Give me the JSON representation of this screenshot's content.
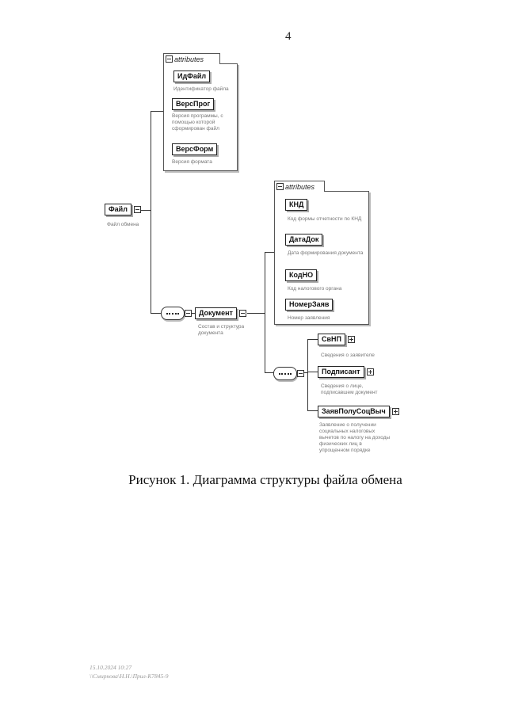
{
  "page_number": "4",
  "diagram": {
    "root": {
      "name": "Файл",
      "desc": "Файл обмена"
    },
    "root_attributes": {
      "label": "attributes",
      "items": [
        {
          "name": "ИдФайл",
          "desc": "Идентификатор файла"
        },
        {
          "name": "ВерсПрог",
          "desc": "Версия программы, с помощью которой сформирован файл"
        },
        {
          "name": "ВерсФорм",
          "desc": "Версия формата"
        }
      ]
    },
    "document": {
      "name": "Документ",
      "desc": "Состав и структура документа"
    },
    "document_attributes": {
      "label": "attributes",
      "items": [
        {
          "name": "КНД",
          "desc": "Код формы отчетности по КНД"
        },
        {
          "name": "ДатаДок",
          "desc": "Дата формирования документа"
        },
        {
          "name": "КодНО",
          "desc": "Код налогового органа"
        },
        {
          "name": "НомерЗаяв",
          "desc": "Номер заявления"
        }
      ]
    },
    "children": [
      {
        "name": "СвНП",
        "desc": "Сведения о заявителе"
      },
      {
        "name": "Подписант",
        "desc": "Сведения о лице, подписавшем документ"
      },
      {
        "name": "ЗаявПолуСоцВыч",
        "desc": "Заявление о получении социальных налоговых вычетов по налогу на доходы физических лиц в упрощенном порядке"
      }
    ]
  },
  "caption": "Рисунок 1. Диаграмма структуры файла обмена",
  "footer": {
    "line1": "15.10.2024 10:27",
    "line2": "\\\\Смирнова\\Н.Н.\\Прил-К7845-9"
  }
}
